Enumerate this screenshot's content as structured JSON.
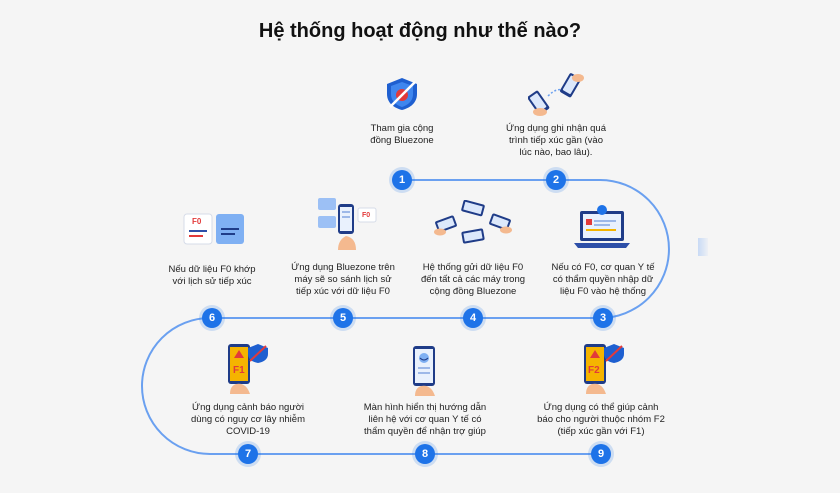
{
  "title": "Hệ thống hoạt động như thế nào?",
  "colors": {
    "accent": "#1e73e8",
    "path": "#6aa0f0",
    "background": "#f5f5f5",
    "warning": "#f5b400",
    "danger": "#e23a3a",
    "skin": "#f4b98f"
  },
  "steps": [
    {
      "number": "1",
      "lines": [
        "Tham gia cộng",
        "đồng Bluezone"
      ],
      "icon": "bluezone-shield-icon"
    },
    {
      "number": "2",
      "lines": [
        "Ứng dụng ghi nhận quá",
        "trình tiếp xúc gần (vào",
        "lúc nào, bao lâu)."
      ],
      "icon": "phones-contact-icon"
    },
    {
      "number": "3",
      "lines": [
        "Nếu có F0, cơ quan Y tế",
        "có thẩm quyền nhập dữ",
        "liệu F0 vào hệ thống"
      ],
      "icon": "laptop-icon"
    },
    {
      "number": "4",
      "lines": [
        "Hệ thống gửi dữ liệu F0",
        "đến tất cả các máy trong",
        "cộng đồng Bluezone"
      ],
      "icon": "phones-broadcast-icon"
    },
    {
      "number": "5",
      "lines": [
        "Ứng dụng Bluezone trên",
        "máy sẽ so sánh lịch sử",
        "tiếp xúc với dữ liệu F0"
      ],
      "icon": "phone-compare-icon"
    },
    {
      "number": "6",
      "lines": [
        "Nếu dữ liệu F0 khớp",
        "với lịch sử tiếp xúc"
      ],
      "icon": "data-match-icon"
    },
    {
      "number": "7",
      "lines": [
        "Ứng dụng cảnh báo người",
        "dùng có nguy cơ lây nhiễm",
        "COVID-19"
      ],
      "icon": "phone-f1-warning-icon"
    },
    {
      "number": "8",
      "lines": [
        "Màn hình hiển thị hướng dẫn",
        "liên hệ với cơ quan Y tế có",
        "thẩm quyền để nhận trợ giúp"
      ],
      "icon": "phone-medical-guide-icon"
    },
    {
      "number": "9",
      "lines": [
        "Ứng dụng có thể giúp cảnh",
        "báo cho người thuộc nhóm F2",
        "(tiếp xúc gần với F1)"
      ],
      "icon": "phone-f2-warning-icon"
    }
  ],
  "labels": {
    "f0": "F0",
    "f1": "F1",
    "f2": "F2"
  }
}
